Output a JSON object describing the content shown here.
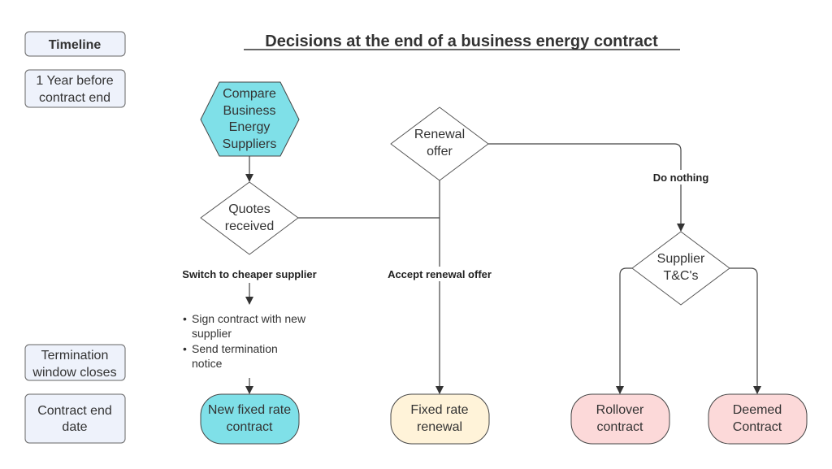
{
  "title": "Decisions at the end of a business energy contract",
  "timeline": {
    "header": "Timeline",
    "stages": [
      [
        "1 Year before",
        "contract end"
      ],
      [
        "Termination",
        "window closes"
      ],
      [
        "Contract end",
        "date"
      ]
    ]
  },
  "nodes": {
    "compare": [
      "Compare",
      "Business",
      "Energy",
      "Suppliers"
    ],
    "quotes": [
      "Quotes",
      "received"
    ],
    "renewal": [
      "Renewal",
      "offer"
    ],
    "supplier_tc": [
      "Supplier",
      "T&C's"
    ],
    "new_fixed": [
      "New fixed rate",
      "contract"
    ],
    "fixed_renewal": [
      "Fixed rate",
      "renewal"
    ],
    "rollover": [
      "Rollover",
      "contract"
    ],
    "deemed": [
      "Deemed",
      "Contract"
    ]
  },
  "edge_labels": {
    "switch": "Switch to cheaper supplier",
    "accept": "Accept renewal offer",
    "do_nothing": "Do nothing"
  },
  "actions": {
    "bullet": "•",
    "items": [
      [
        "Sign contract with new",
        "supplier"
      ],
      [
        "Send termination",
        "notice"
      ]
    ]
  },
  "colors": {
    "cyan": "#7fe0e8",
    "yellow": "#fff3d9",
    "pink": "#fcd9d9",
    "timeline_fill": "#eef2fb"
  }
}
